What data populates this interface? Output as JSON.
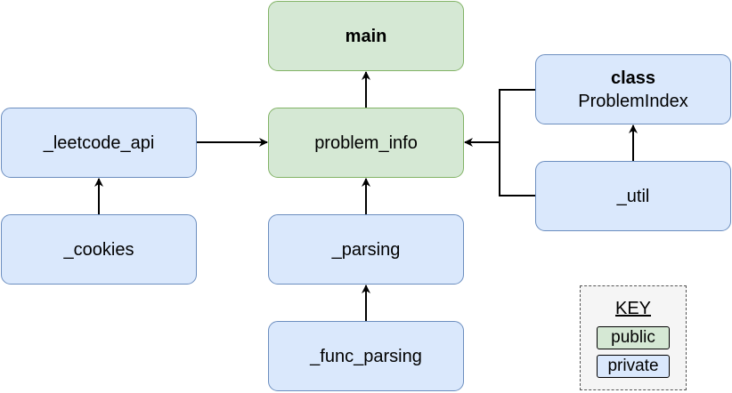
{
  "nodes": {
    "main": {
      "line1": "main"
    },
    "leetcode_api": {
      "label": "_leetcode_api"
    },
    "problem_info": {
      "label": "problem_info"
    },
    "problem_index": {
      "line1": "class",
      "line2": "ProblemIndex"
    },
    "cookies": {
      "label": "_cookies"
    },
    "parsing": {
      "label": "_parsing"
    },
    "util": {
      "label": "_util"
    },
    "func_parsing": {
      "label": "_func_parsing"
    }
  },
  "edges": [
    {
      "from": "leetcode_api",
      "to": "problem_info"
    },
    {
      "from": "cookies",
      "to": "leetcode_api"
    },
    {
      "from": "problem_info",
      "to": "main"
    },
    {
      "from": "parsing",
      "to": "problem_info"
    },
    {
      "from": "func_parsing",
      "to": "parsing"
    },
    {
      "from": "problem_index",
      "to": "problem_info"
    },
    {
      "from": "util",
      "to": "problem_info"
    },
    {
      "from": "util",
      "to": "problem_index"
    }
  ],
  "key": {
    "title": "KEY",
    "public": "public",
    "private": "private"
  },
  "colors": {
    "public_fill": "#d5e8d4",
    "public_border": "#82b366",
    "private_fill": "#dae8fc",
    "private_border": "#6c8ebf",
    "key_fill": "#f5f5f5",
    "edge": "#000000"
  }
}
